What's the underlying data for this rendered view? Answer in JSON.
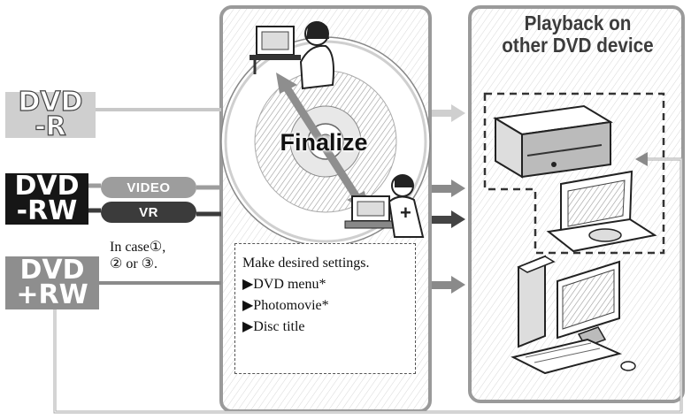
{
  "sources": {
    "dvd_r": "DVD\n-R",
    "dvd_rw": "DVD\n-RW",
    "dvd_plus_rw": "DVD\n+RW"
  },
  "modes": {
    "video": "VIDEO",
    "vr": "VR"
  },
  "plus_rw_note": {
    "line1": "In case①,",
    "line2": "② or ③."
  },
  "center": {
    "finalize_label": "Finalize",
    "settings_title": "Make desired settings.",
    "settings_items": [
      "▶DVD menu*",
      "▶Photomovie*",
      "▶Disc title"
    ]
  },
  "right": {
    "title_line1": "Playback on",
    "title_line2": "other DVD device"
  },
  "colors": {
    "panel_border": "#9a9a9a",
    "arrow_light": "#c8c8c8",
    "arrow_mid": "#8a8a8a",
    "arrow_dark": "#4a4a4a"
  },
  "icons": [
    "camcorder-user-icon",
    "laptop-user-icon",
    "disc-icon",
    "dvd-player-icon",
    "portable-dvd-player-icon",
    "desktop-computer-icon"
  ]
}
